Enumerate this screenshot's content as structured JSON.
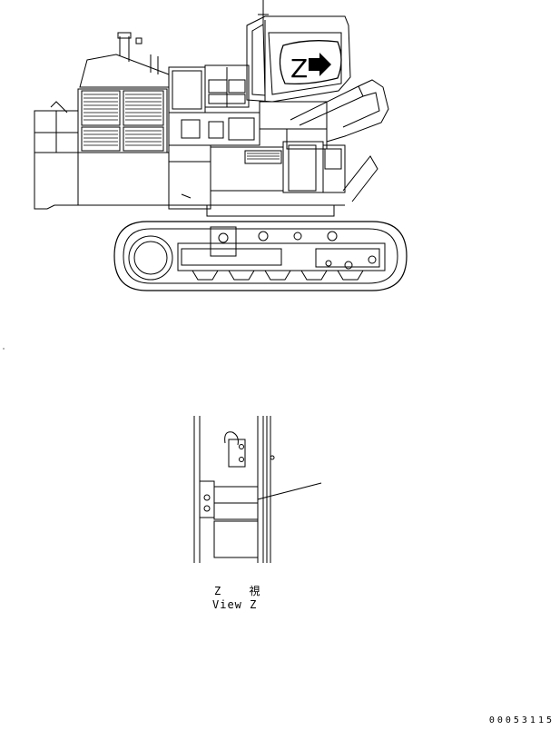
{
  "diagram": {
    "callout": {
      "letter": "Z",
      "arrow_icon": "right-arrow-icon"
    },
    "view_label_jp": "Z 視",
    "view_label_en": "View Z",
    "drawing_number": "00053115"
  }
}
